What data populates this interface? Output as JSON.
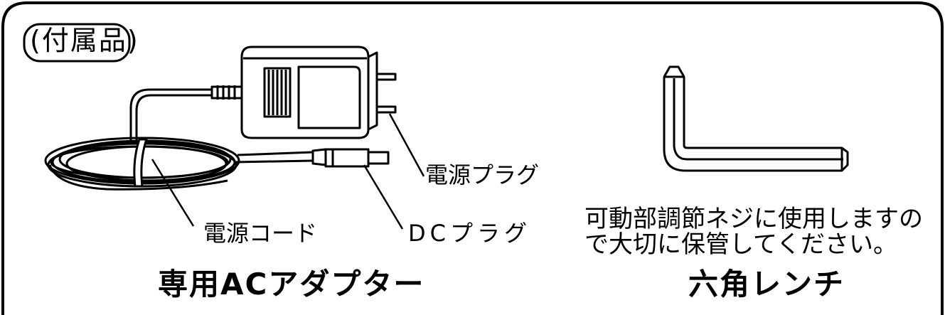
{
  "section_label": "(付属品)",
  "items": {
    "adapter": {
      "title": "専用ACアダプター",
      "callouts": {
        "power_plug": "電源プラグ",
        "power_cord": "電源コード",
        "dc_plug": "DCプラグ"
      }
    },
    "wrench": {
      "title": "六角レンチ",
      "note": "可動部調節ネジに使用しますので大切に保管してください。"
    }
  },
  "colors": {
    "line": "#000000",
    "background": "#ffffff"
  }
}
